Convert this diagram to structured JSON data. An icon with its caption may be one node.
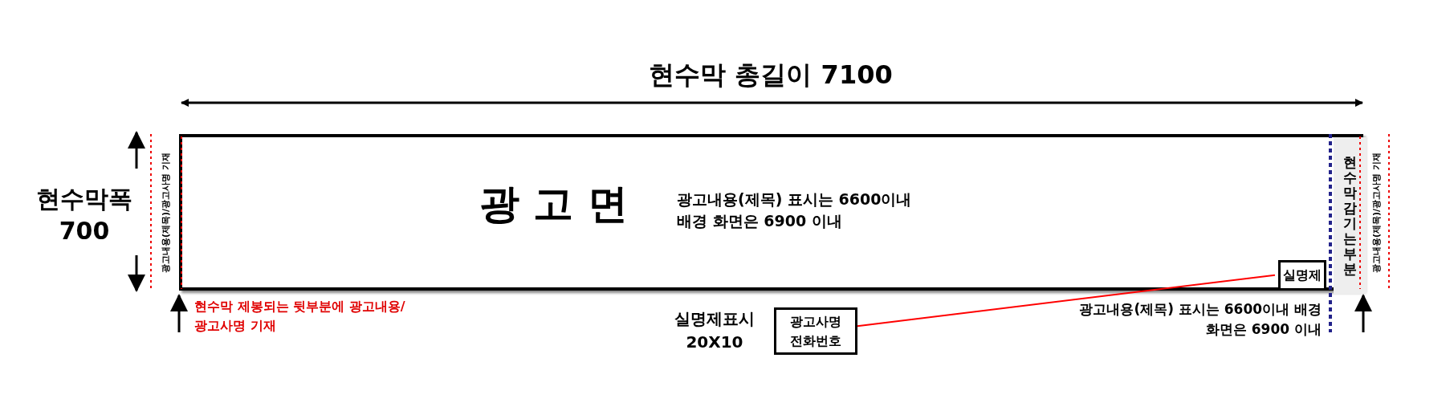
{
  "diagram": {
    "nodes": [
      {
        "text": [
          "광 고 면",
          "광고내용(제목) 표시는 6600이내 배경 화면은 6900 이내"
        ]
      },
      {
        "text": [
          "현수막 감기는 부분"
        ],
        "in": 0
      },
      {
        "text": [
          "실명제"
        ],
        "in": 0
      },
      {
        "text": [
          "광고사명 전화번호"
        ]
      }
    ],
    "edges": [
      {
        "from": 3,
        "to": 2,
        "arrow": "none",
        "color": "#ff0000"
      }
    ],
    "labels": [
      "현수막 총길이 7100",
      "현수막폭 700",
      "광고내용(제목)/광고사명 기재",
      "광고내용(제목)/광고사명 기재",
      "현수막 제봉되는 뒷부분에 광고내용/광고사명 기재",
      "실명제표시 20X10",
      "광고내용(제목) 표시는 6600이내 배경 화면은 6900 이내"
    ]
  }
}
